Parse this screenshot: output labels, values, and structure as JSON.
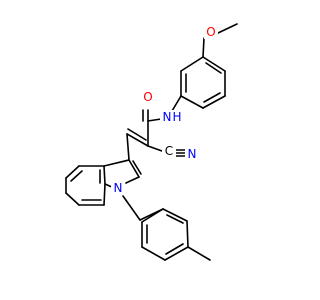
{
  "structure": {
    "labels": {
      "methoxy_o": "O",
      "carbonyl_o": "O",
      "amide_n": "N",
      "amide_h": "H",
      "nitrile_c": "C",
      "nitrile_n": "N",
      "indole_n": "N"
    },
    "colors": {
      "bond": "#000000",
      "oxygen": "#ff0000",
      "nitrogen": "#0000ff",
      "carbon": "#000000"
    }
  }
}
